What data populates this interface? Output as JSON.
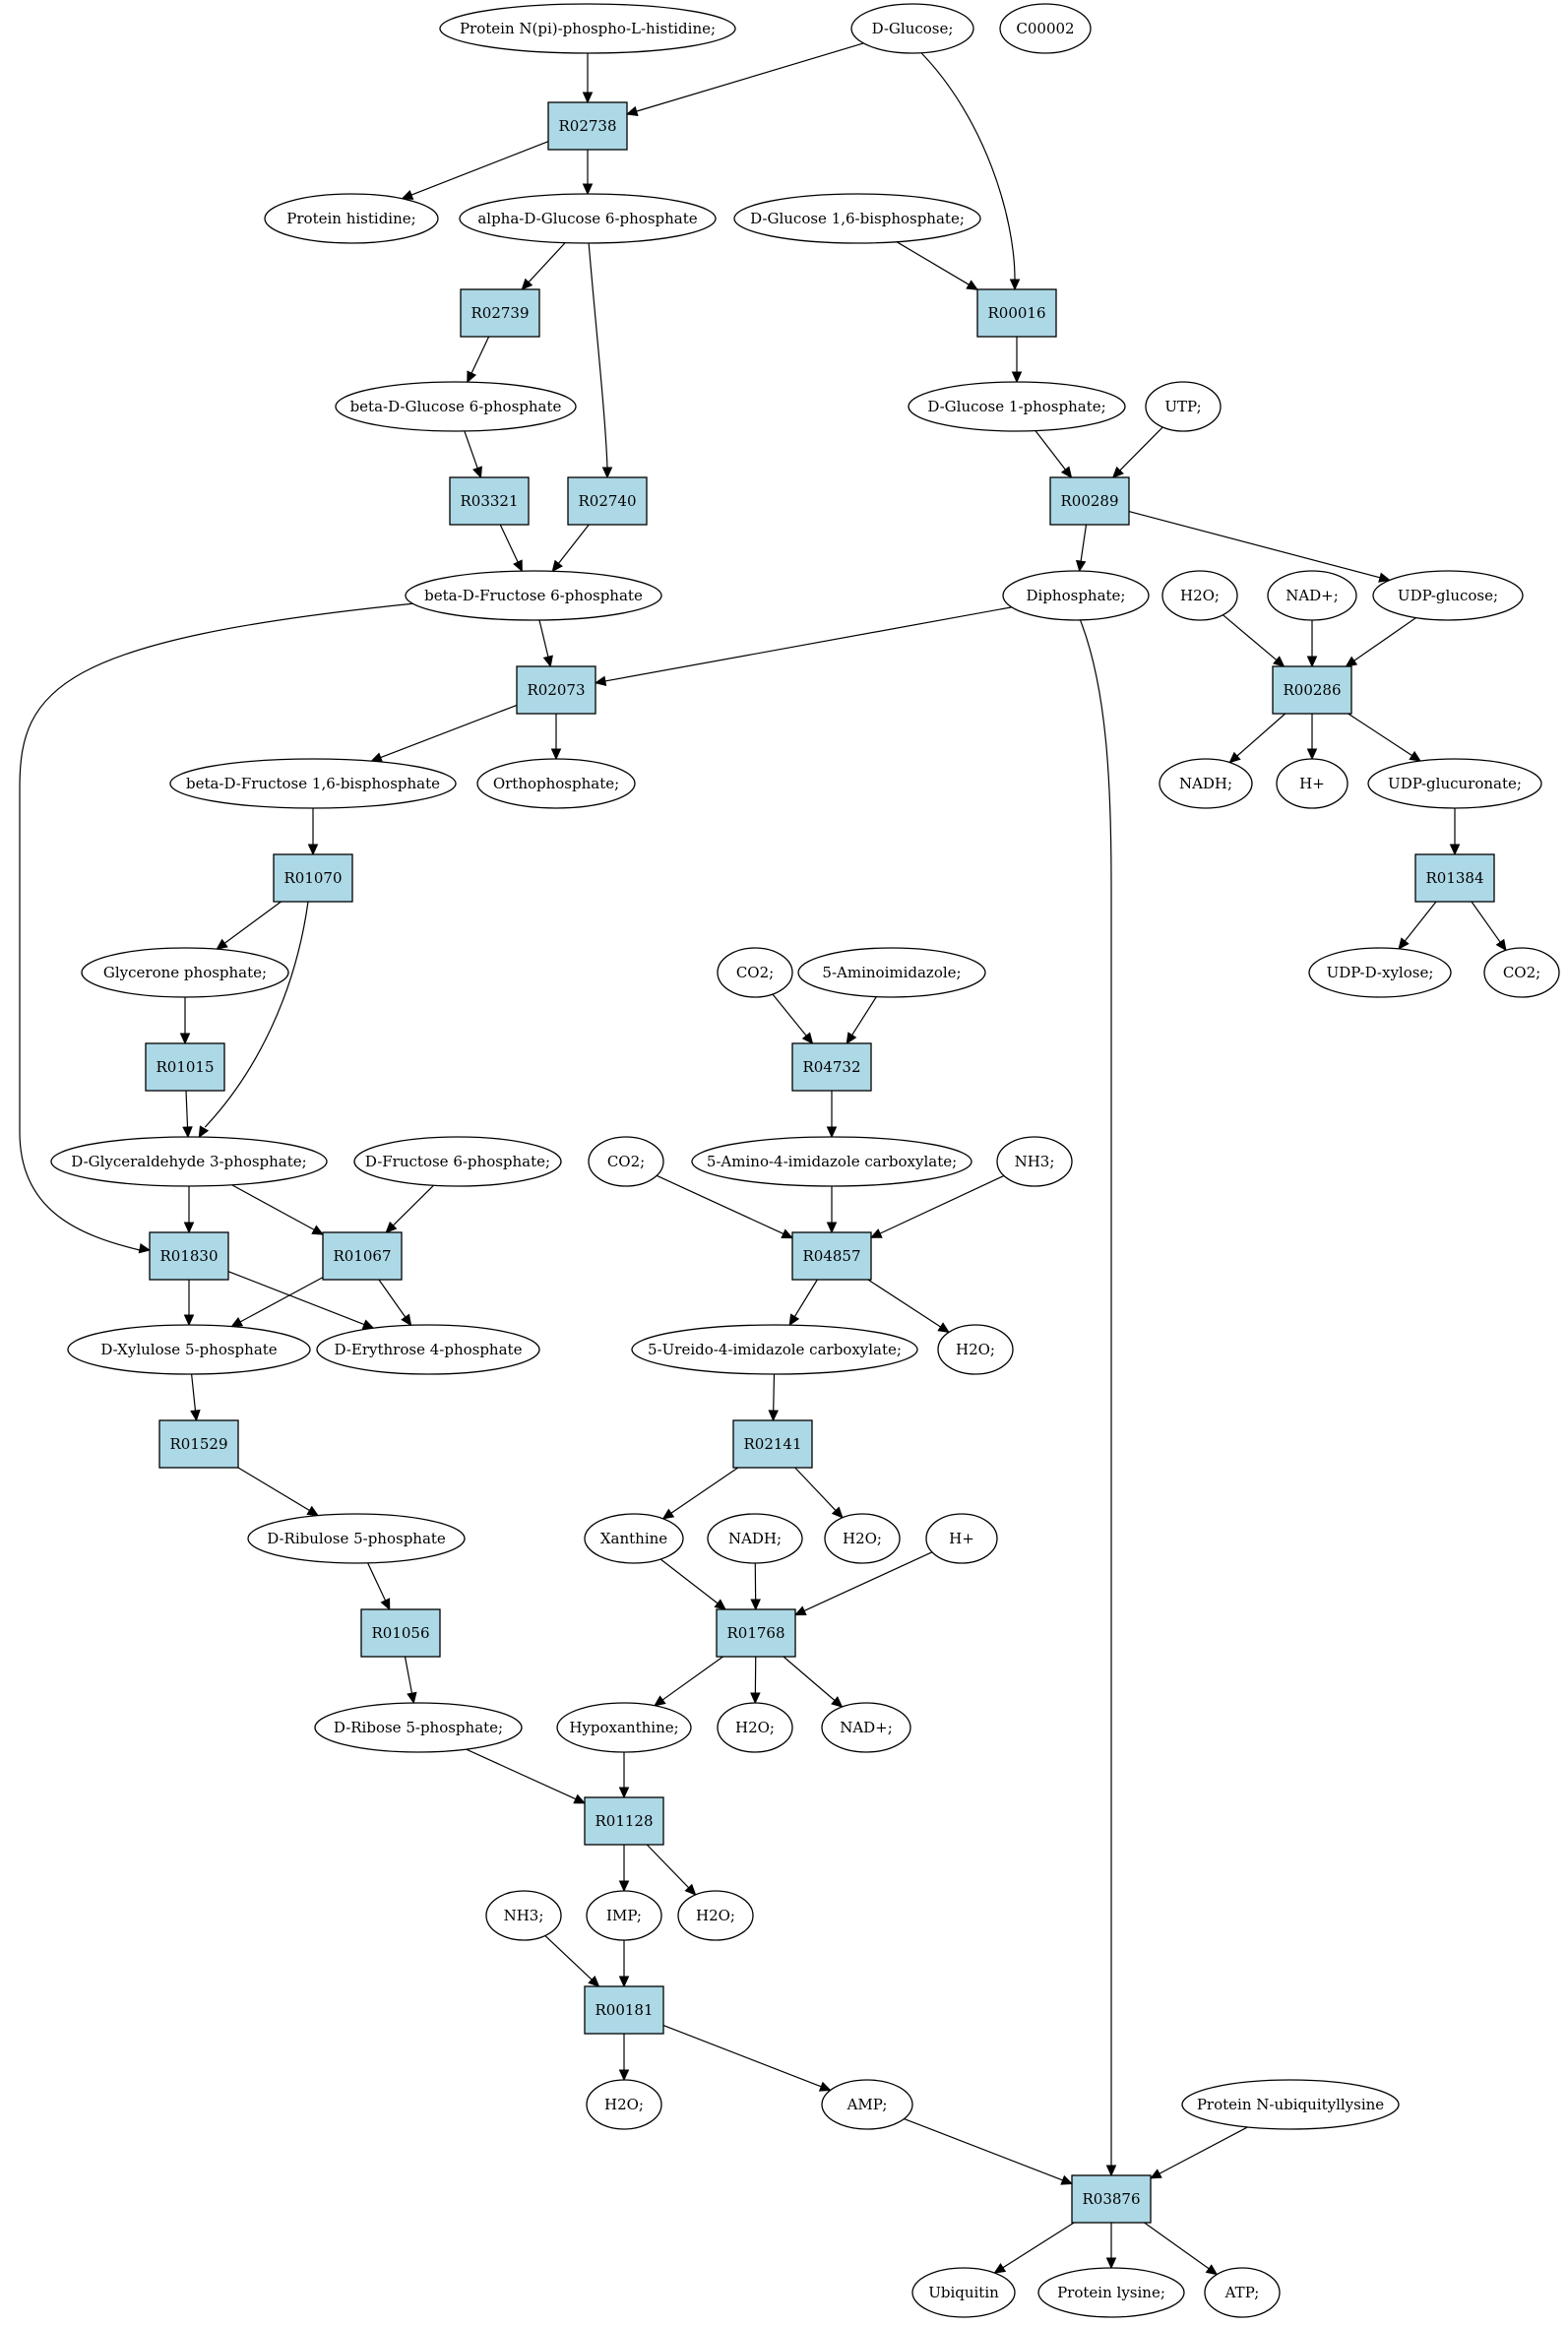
{
  "colors": {
    "reaction_fill": "#add8e6",
    "compound_fill": "#ffffff",
    "start_compound_fill": "#00ff00",
    "query_compound_fill": "#ffff00",
    "stroke": "#000000"
  },
  "nodes": [
    {
      "id": "protein_np_his",
      "label": "Protein N(pi)-phospho-L-histidine;",
      "kind": "compound"
    },
    {
      "id": "d_glucose",
      "label": "D-Glucose;",
      "kind": "compound",
      "fill": "#00ff00"
    },
    {
      "id": "c00002",
      "label": "C00002",
      "kind": "compound",
      "fill": "#ffff00"
    },
    {
      "id": "R02738",
      "label": "R02738",
      "kind": "reaction"
    },
    {
      "id": "protein_his",
      "label": "Protein histidine;",
      "kind": "compound"
    },
    {
      "id": "a_g6p",
      "label": "alpha-D-Glucose 6-phosphate",
      "kind": "compound"
    },
    {
      "id": "g16bp",
      "label": "D-Glucose 1,6-bisphosphate;",
      "kind": "compound"
    },
    {
      "id": "R02739",
      "label": "R02739",
      "kind": "reaction"
    },
    {
      "id": "R00016",
      "label": "R00016",
      "kind": "reaction"
    },
    {
      "id": "b_g6p",
      "label": "beta-D-Glucose 6-phosphate",
      "kind": "compound"
    },
    {
      "id": "g1p",
      "label": "D-Glucose 1-phosphate;",
      "kind": "compound"
    },
    {
      "id": "utp",
      "label": "UTP;",
      "kind": "compound"
    },
    {
      "id": "R03321",
      "label": "R03321",
      "kind": "reaction"
    },
    {
      "id": "R02740",
      "label": "R02740",
      "kind": "reaction"
    },
    {
      "id": "R00289",
      "label": "R00289",
      "kind": "reaction"
    },
    {
      "id": "b_f6p",
      "label": "beta-D-Fructose 6-phosphate",
      "kind": "compound"
    },
    {
      "id": "diphosphate",
      "label": "Diphosphate;",
      "kind": "compound"
    },
    {
      "id": "h2o_a",
      "label": "H2O;",
      "kind": "compound"
    },
    {
      "id": "nad_a",
      "label": "NAD+;",
      "kind": "compound"
    },
    {
      "id": "udp_glucose",
      "label": "UDP-glucose;",
      "kind": "compound"
    },
    {
      "id": "R02073",
      "label": "R02073",
      "kind": "reaction"
    },
    {
      "id": "R00286",
      "label": "R00286",
      "kind": "reaction"
    },
    {
      "id": "b_f16bp",
      "label": "beta-D-Fructose 1,6-bisphosphate",
      "kind": "compound"
    },
    {
      "id": "orthophosphate",
      "label": "Orthophosphate;",
      "kind": "compound"
    },
    {
      "id": "nadh_a",
      "label": "NADH;",
      "kind": "compound"
    },
    {
      "id": "hplus_a",
      "label": "H+",
      "kind": "compound"
    },
    {
      "id": "udp_glucuronate",
      "label": "UDP-glucuronate;",
      "kind": "compound"
    },
    {
      "id": "R01070",
      "label": "R01070",
      "kind": "reaction"
    },
    {
      "id": "R01384",
      "label": "R01384",
      "kind": "reaction"
    },
    {
      "id": "glycerone_p",
      "label": "Glycerone phosphate;",
      "kind": "compound"
    },
    {
      "id": "co2_a",
      "label": "CO2;",
      "kind": "compound"
    },
    {
      "id": "aminoimidazole",
      "label": "5-Aminoimidazole;",
      "kind": "compound"
    },
    {
      "id": "udp_xylose",
      "label": "UDP-D-xylose;",
      "kind": "compound"
    },
    {
      "id": "co2_b",
      "label": "CO2;",
      "kind": "compound"
    },
    {
      "id": "R01015",
      "label": "R01015",
      "kind": "reaction"
    },
    {
      "id": "R04732",
      "label": "R04732",
      "kind": "reaction"
    },
    {
      "id": "gap",
      "label": "D-Glyceraldehyde 3-phosphate;",
      "kind": "compound"
    },
    {
      "id": "f6p",
      "label": "D-Fructose 6-phosphate;",
      "kind": "compound"
    },
    {
      "id": "co2_c",
      "label": "CO2;",
      "kind": "compound"
    },
    {
      "id": "amino_imid_carbox",
      "label": "5-Amino-4-imidazole carboxylate;",
      "kind": "compound"
    },
    {
      "id": "nh3_a",
      "label": "NH3;",
      "kind": "compound"
    },
    {
      "id": "R01830",
      "label": "R01830",
      "kind": "reaction"
    },
    {
      "id": "R01067",
      "label": "R01067",
      "kind": "reaction"
    },
    {
      "id": "R04857",
      "label": "R04857",
      "kind": "reaction"
    },
    {
      "id": "xu5p",
      "label": "D-Xylulose 5-phosphate",
      "kind": "compound"
    },
    {
      "id": "e4p",
      "label": "D-Erythrose 4-phosphate",
      "kind": "compound"
    },
    {
      "id": "ureido_imid_carbox",
      "label": "5-Ureido-4-imidazole carboxylate;",
      "kind": "compound"
    },
    {
      "id": "h2o_b",
      "label": "H2O;",
      "kind": "compound"
    },
    {
      "id": "R01529",
      "label": "R01529",
      "kind": "reaction"
    },
    {
      "id": "R02141",
      "label": "R02141",
      "kind": "reaction"
    },
    {
      "id": "ru5p",
      "label": "D-Ribulose 5-phosphate",
      "kind": "compound"
    },
    {
      "id": "xanthine",
      "label": "Xanthine",
      "kind": "compound"
    },
    {
      "id": "nadh_b",
      "label": "NADH;",
      "kind": "compound"
    },
    {
      "id": "h2o_c",
      "label": "H2O;",
      "kind": "compound"
    },
    {
      "id": "hplus_b",
      "label": "H+",
      "kind": "compound"
    },
    {
      "id": "R01056",
      "label": "R01056",
      "kind": "reaction"
    },
    {
      "id": "R01768",
      "label": "R01768",
      "kind": "reaction"
    },
    {
      "id": "r5p",
      "label": "D-Ribose 5-phosphate;",
      "kind": "compound"
    },
    {
      "id": "hypoxanthine",
      "label": "Hypoxanthine;",
      "kind": "compound"
    },
    {
      "id": "h2o_d",
      "label": "H2O;",
      "kind": "compound"
    },
    {
      "id": "nad_b",
      "label": "NAD+;",
      "kind": "compound"
    },
    {
      "id": "R01128",
      "label": "R01128",
      "kind": "reaction"
    },
    {
      "id": "nh3_b",
      "label": "NH3;",
      "kind": "compound"
    },
    {
      "id": "imp",
      "label": "IMP;",
      "kind": "compound"
    },
    {
      "id": "h2o_e",
      "label": "H2O;",
      "kind": "compound"
    },
    {
      "id": "R00181",
      "label": "R00181",
      "kind": "reaction"
    },
    {
      "id": "h2o_f",
      "label": "H2O;",
      "kind": "compound"
    },
    {
      "id": "amp",
      "label": "AMP;",
      "kind": "compound"
    },
    {
      "id": "prot_ubiq_lys",
      "label": "Protein N-ubiquityllysine",
      "kind": "compound"
    },
    {
      "id": "R03876",
      "label": "R03876",
      "kind": "reaction"
    },
    {
      "id": "ubiquitin",
      "label": "Ubiquitin",
      "kind": "compound"
    },
    {
      "id": "protein_lysine",
      "label": "Protein lysine;",
      "kind": "compound"
    },
    {
      "id": "atp",
      "label": "ATP;",
      "kind": "compound"
    }
  ],
  "edges": [
    [
      "protein_np_his",
      "R02738"
    ],
    [
      "d_glucose",
      "R02738"
    ],
    [
      "d_glucose",
      "R00016"
    ],
    [
      "R02738",
      "protein_his"
    ],
    [
      "R02738",
      "a_g6p"
    ],
    [
      "g16bp",
      "R00016"
    ],
    [
      "a_g6p",
      "R02739"
    ],
    [
      "a_g6p",
      "R02740"
    ],
    [
      "R02739",
      "b_g6p"
    ],
    [
      "R00016",
      "g1p"
    ],
    [
      "b_g6p",
      "R03321"
    ],
    [
      "g1p",
      "R00289"
    ],
    [
      "utp",
      "R00289"
    ],
    [
      "R03321",
      "b_f6p"
    ],
    [
      "R02740",
      "b_f6p"
    ],
    [
      "R00289",
      "diphosphate"
    ],
    [
      "R00289",
      "udp_glucose"
    ],
    [
      "b_f6p",
      "R02073"
    ],
    [
      "b_f6p",
      "R01830"
    ],
    [
      "diphosphate",
      "R02073"
    ],
    [
      "diphosphate",
      "R03876"
    ],
    [
      "h2o_a",
      "R00286"
    ],
    [
      "nad_a",
      "R00286"
    ],
    [
      "udp_glucose",
      "R00286"
    ],
    [
      "R02073",
      "b_f16bp"
    ],
    [
      "R02073",
      "orthophosphate"
    ],
    [
      "R00286",
      "nadh_a"
    ],
    [
      "R00286",
      "hplus_a"
    ],
    [
      "R00286",
      "udp_glucuronate"
    ],
    [
      "b_f16bp",
      "R01070"
    ],
    [
      "udp_glucuronate",
      "R01384"
    ],
    [
      "R01070",
      "glycerone_p"
    ],
    [
      "R01070",
      "gap"
    ],
    [
      "R01384",
      "udp_xylose"
    ],
    [
      "R01384",
      "co2_b"
    ],
    [
      "co2_a",
      "R04732"
    ],
    [
      "aminoimidazole",
      "R04732"
    ],
    [
      "glycerone_p",
      "R01015"
    ],
    [
      "R01015",
      "gap"
    ],
    [
      "R04732",
      "amino_imid_carbox"
    ],
    [
      "gap",
      "R01830"
    ],
    [
      "gap",
      "R01067"
    ],
    [
      "f6p",
      "R01067"
    ],
    [
      "co2_c",
      "R04857"
    ],
    [
      "amino_imid_carbox",
      "R04857"
    ],
    [
      "nh3_a",
      "R04857"
    ],
    [
      "R01830",
      "xu5p"
    ],
    [
      "R01830",
      "e4p"
    ],
    [
      "R01067",
      "xu5p"
    ],
    [
      "R01067",
      "e4p"
    ],
    [
      "R04857",
      "ureido_imid_carbox"
    ],
    [
      "R04857",
      "h2o_b"
    ],
    [
      "xu5p",
      "R01529"
    ],
    [
      "ureido_imid_carbox",
      "R02141"
    ],
    [
      "R01529",
      "ru5p"
    ],
    [
      "R02141",
      "xanthine"
    ],
    [
      "R02141",
      "h2o_c"
    ],
    [
      "ru5p",
      "R01056"
    ],
    [
      "xanthine",
      "R01768"
    ],
    [
      "nadh_b",
      "R01768"
    ],
    [
      "hplus_b",
      "R01768"
    ],
    [
      "R01056",
      "r5p"
    ],
    [
      "R01768",
      "hypoxanthine"
    ],
    [
      "R01768",
      "h2o_d"
    ],
    [
      "R01768",
      "nad_b"
    ],
    [
      "r5p",
      "R01128"
    ],
    [
      "hypoxanthine",
      "R01128"
    ],
    [
      "R01128",
      "imp"
    ],
    [
      "R01128",
      "h2o_e"
    ],
    [
      "nh3_b",
      "R00181"
    ],
    [
      "imp",
      "R00181"
    ],
    [
      "R00181",
      "h2o_f"
    ],
    [
      "R00181",
      "amp"
    ],
    [
      "amp",
      "R03876"
    ],
    [
      "prot_ubiq_lys",
      "R03876"
    ],
    [
      "R03876",
      "ubiquitin"
    ],
    [
      "R03876",
      "protein_lysine"
    ],
    [
      "R03876",
      "atp"
    ]
  ]
}
